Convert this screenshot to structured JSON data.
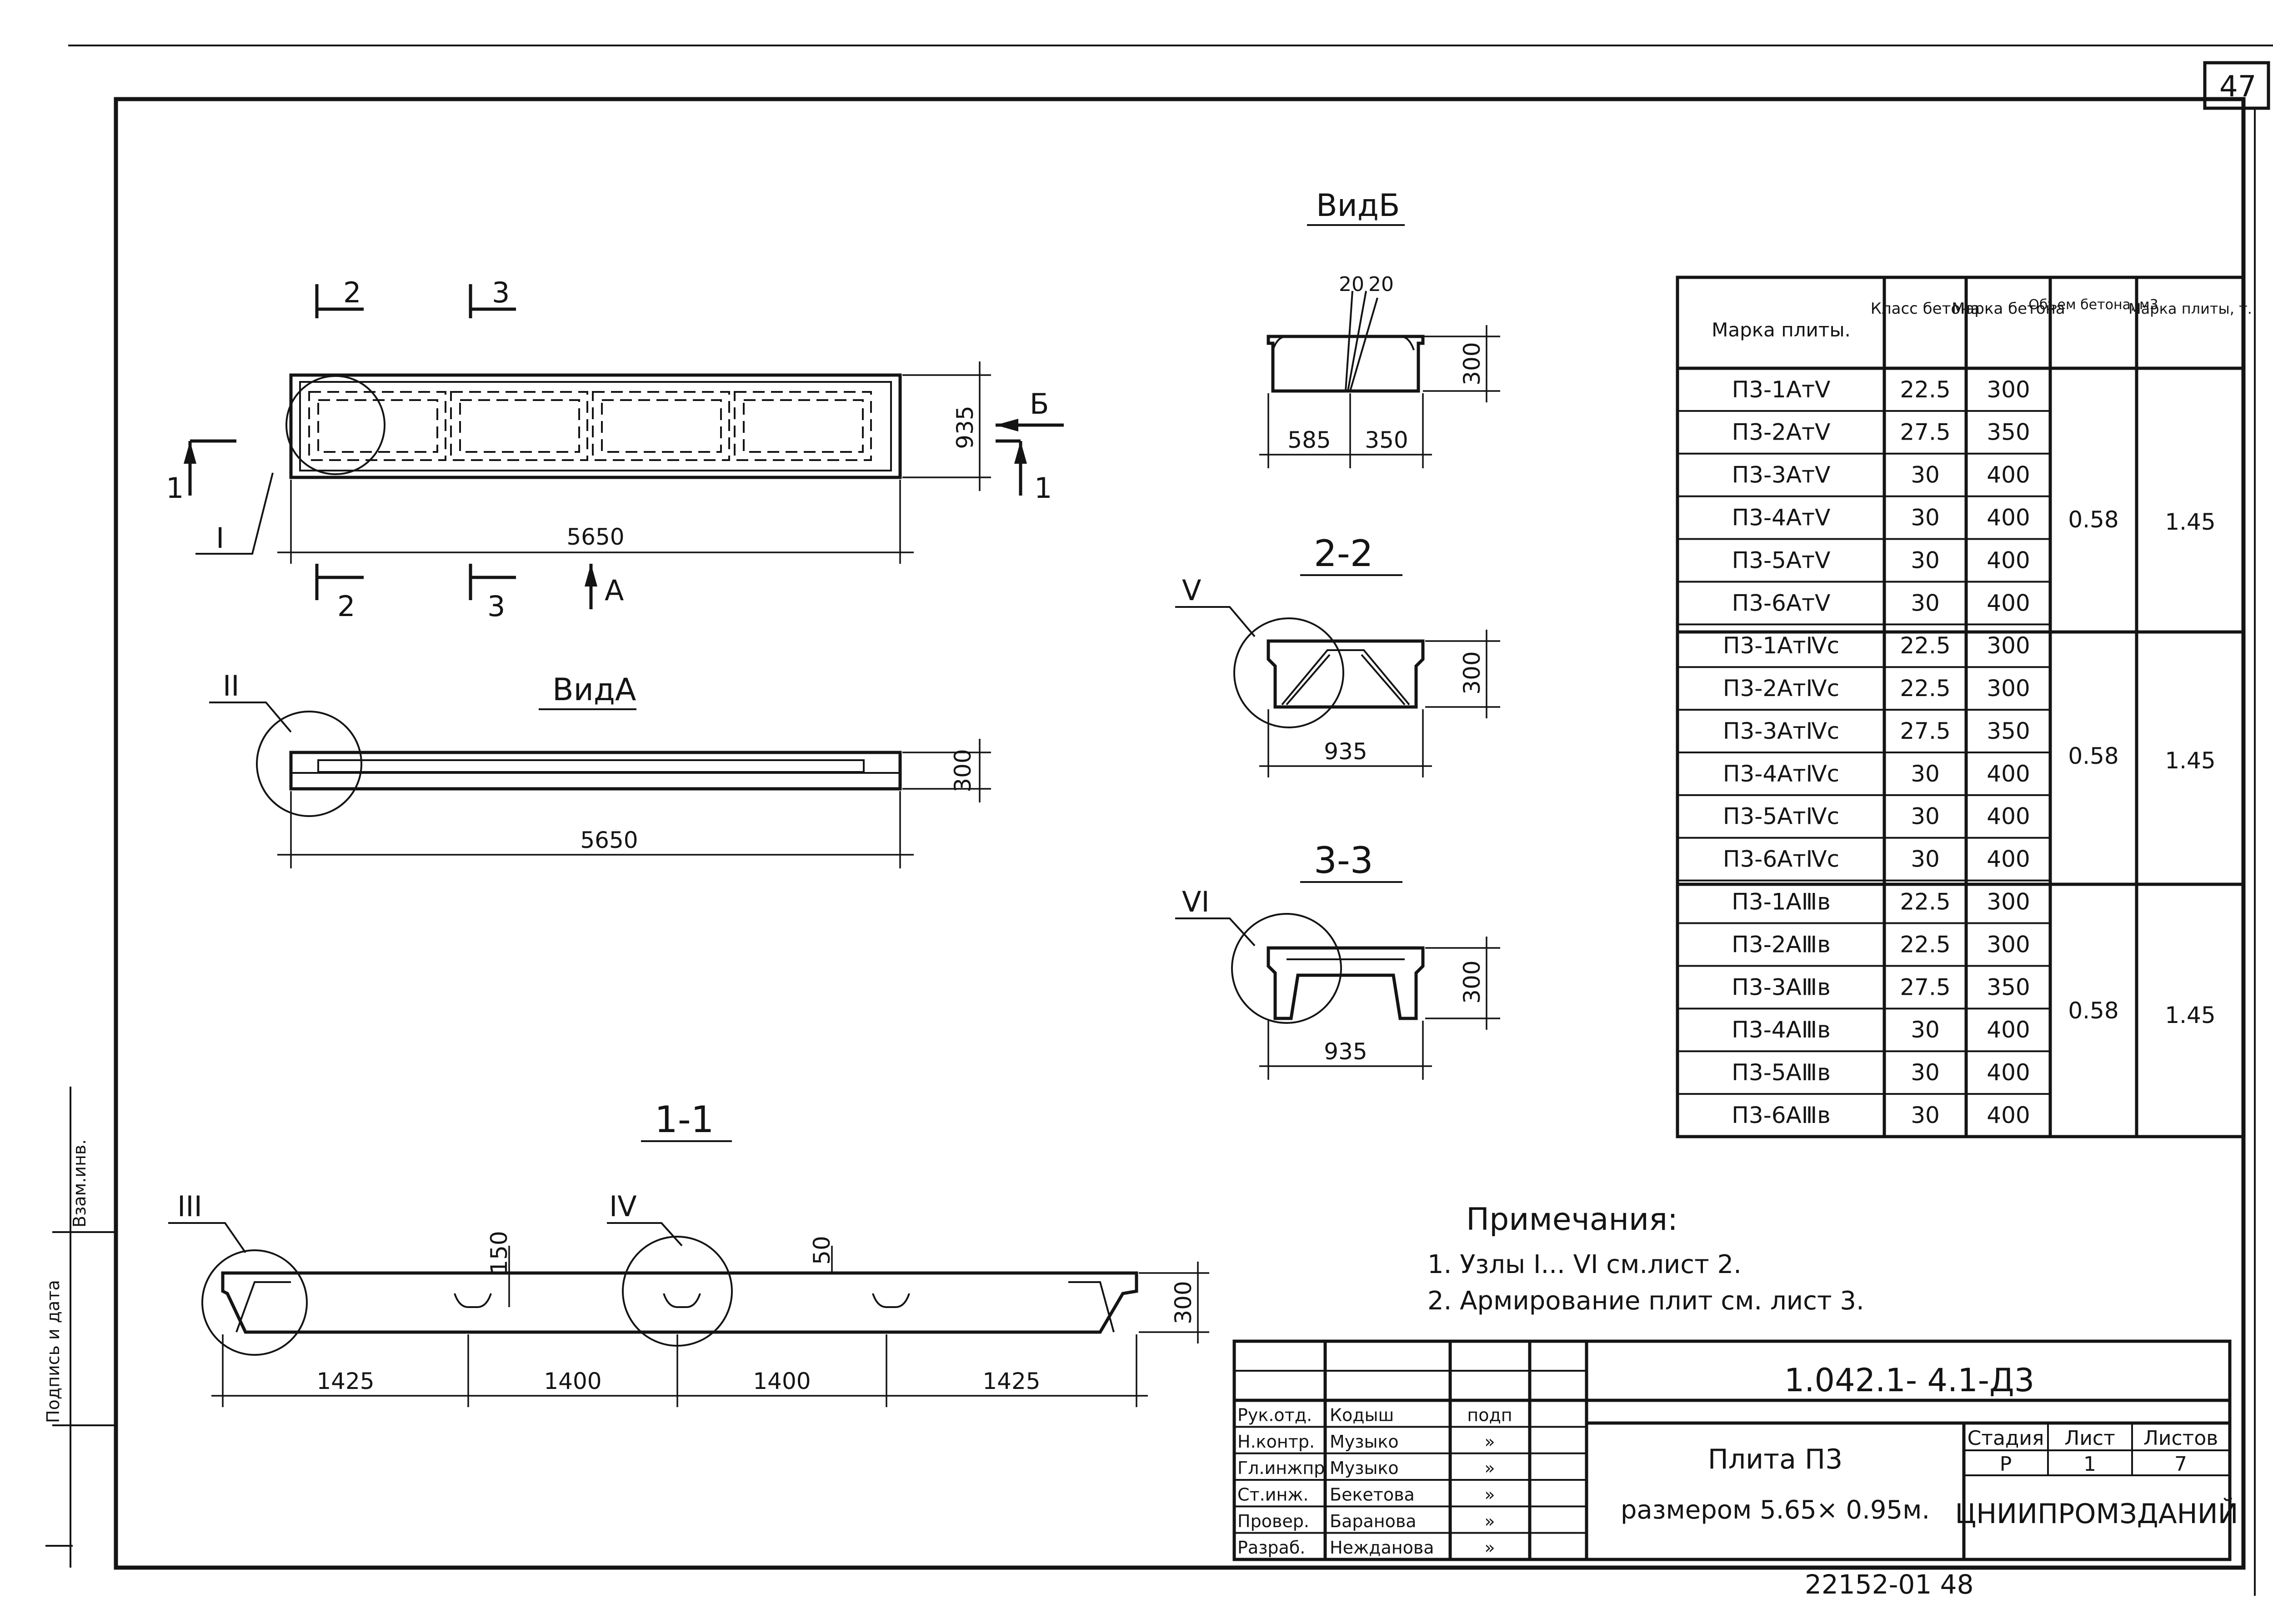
{
  "sheet_number": "47",
  "main_views": {
    "plan_dims": {
      "length": "5650",
      "width": "935"
    },
    "view_a": {
      "title": "ВидА",
      "length": "5650",
      "height": "300"
    },
    "view_b": {
      "title": "ВидБ",
      "dims": [
        "20",
        "20",
        "300",
        "585",
        "350"
      ]
    },
    "section_22": {
      "title": "2-2",
      "width": "935",
      "height": "300"
    },
    "section_33": {
      "title": "3-3",
      "width": "935",
      "height": "300"
    },
    "section_11": {
      "title": "1-1",
      "spans": [
        "1425",
        "1400",
        "1400",
        "1425"
      ],
      "height": "300",
      "rib": "150",
      "rib_small": "50"
    },
    "cut_labels": {
      "c2": "2",
      "c3": "3",
      "c1": "1",
      "arrow_a": "А",
      "arrow_b": "Б"
    },
    "node_labels": [
      "I",
      "II",
      "III",
      "IV",
      "V",
      "VI"
    ]
  },
  "table": {
    "headers": [
      "Марка плиты.",
      "Класс бетона",
      "Марка бетона",
      "Объем бетона, м3",
      "Марка плиты, т."
    ],
    "rows": [
      {
        "mark": "П3-1АтⅤ",
        "cls": "22.5",
        "grade": "300"
      },
      {
        "mark": "П3-2АтⅤ",
        "cls": "27.5",
        "grade": "350"
      },
      {
        "mark": "П3-3АтⅤ",
        "cls": "30",
        "grade": "400"
      },
      {
        "mark": "П3-4АтⅤ",
        "cls": "30",
        "grade": "400"
      },
      {
        "mark": "П3-5АтⅤ",
        "cls": "30",
        "grade": "400"
      },
      {
        "mark": "П3-6АтⅤ",
        "cls": "30",
        "grade": "400"
      },
      {
        "mark": "П3-1АтⅣс",
        "cls": "22.5",
        "grade": "300"
      },
      {
        "mark": "П3-2АтⅣс",
        "cls": "22.5",
        "grade": "300"
      },
      {
        "mark": "П3-3АтⅣс",
        "cls": "27.5",
        "grade": "350"
      },
      {
        "mark": "П3-4АтⅣс",
        "cls": "30",
        "grade": "400"
      },
      {
        "mark": "П3-5АтⅣс",
        "cls": "30",
        "grade": "400"
      },
      {
        "mark": "П3-6АтⅣс",
        "cls": "30",
        "grade": "400"
      },
      {
        "mark": "П3-1АⅢв",
        "cls": "22.5",
        "grade": "300"
      },
      {
        "mark": "П3-2АⅢв",
        "cls": "22.5",
        "grade": "300"
      },
      {
        "mark": "П3-3АⅢв",
        "cls": "27.5",
        "grade": "350"
      },
      {
        "mark": "П3-4АⅢв",
        "cls": "30",
        "grade": "400"
      },
      {
        "mark": "П3-5АⅢв",
        "cls": "30",
        "grade": "400"
      },
      {
        "mark": "П3-6АⅢв",
        "cls": "30",
        "grade": "400"
      }
    ],
    "groups": [
      {
        "volume": "0.58",
        "mass": "1.45"
      },
      {
        "volume": "0.58",
        "mass": "1.45"
      },
      {
        "volume": "0.58",
        "mass": "1.45"
      }
    ]
  },
  "notes": {
    "title": "Примечания:",
    "items": [
      "1. Узлы I... VI  см.лист 2.",
      "2. Армирование  плит см.  лист 3."
    ]
  },
  "title_block": {
    "code": "1.042.1- 4.1-Д3",
    "name_line1": "Плита П3",
    "name_line2": "размером 5.65× 0.95м.",
    "stage_header": "Стадия",
    "sheet_header": "Лист",
    "sheets_header": "Листов",
    "stage": "Р",
    "sheet": "1",
    "sheets": "7",
    "org": "ЦНИИПРОМЗДАНИЙ",
    "signature_header": "подп",
    "staff": [
      {
        "role": "Рук.отд.",
        "name": "Кодыш",
        "sign": "подп"
      },
      {
        "role": "Н.контр.",
        "name": "Музыко",
        "sign": "»"
      },
      {
        "role": "Гл.инжпр",
        "name": "Музыко",
        "sign": "»"
      },
      {
        "role": "Ст.инж.",
        "name": "Бекетова",
        "sign": "»"
      },
      {
        "role": "Провер.",
        "name": "Баранова",
        "sign": "»"
      },
      {
        "role": "Разраб.",
        "name": "Нежданова",
        "sign": "»"
      }
    ]
  },
  "side_stamp": {
    "a": "Подпись и дата",
    "b": "Взам.инв."
  },
  "inventory": "22152-01  48"
}
